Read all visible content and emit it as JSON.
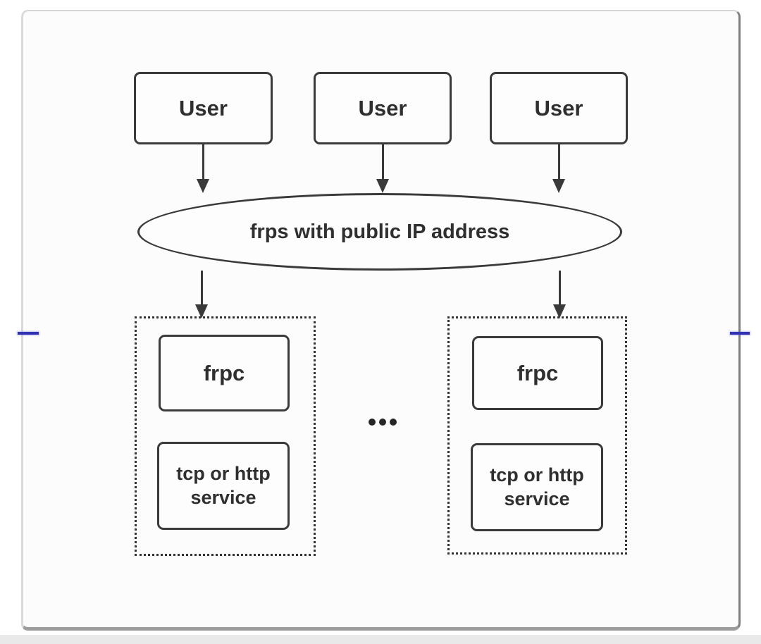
{
  "colors": {
    "line": "#3a3a3a",
    "text": "#2f2f2f",
    "card_bg": "#fcfcfc",
    "marker_blue": "#3232b4"
  },
  "diagram": {
    "users": [
      {
        "label": "User"
      },
      {
        "label": "User"
      },
      {
        "label": "User"
      }
    ],
    "server": {
      "label": "frps with public IP address"
    },
    "groups": [
      {
        "client": "frpc",
        "service": "tcp or http service"
      },
      {
        "client": "frpc",
        "service": "tcp or http service"
      }
    ],
    "ellipsis": "..."
  }
}
